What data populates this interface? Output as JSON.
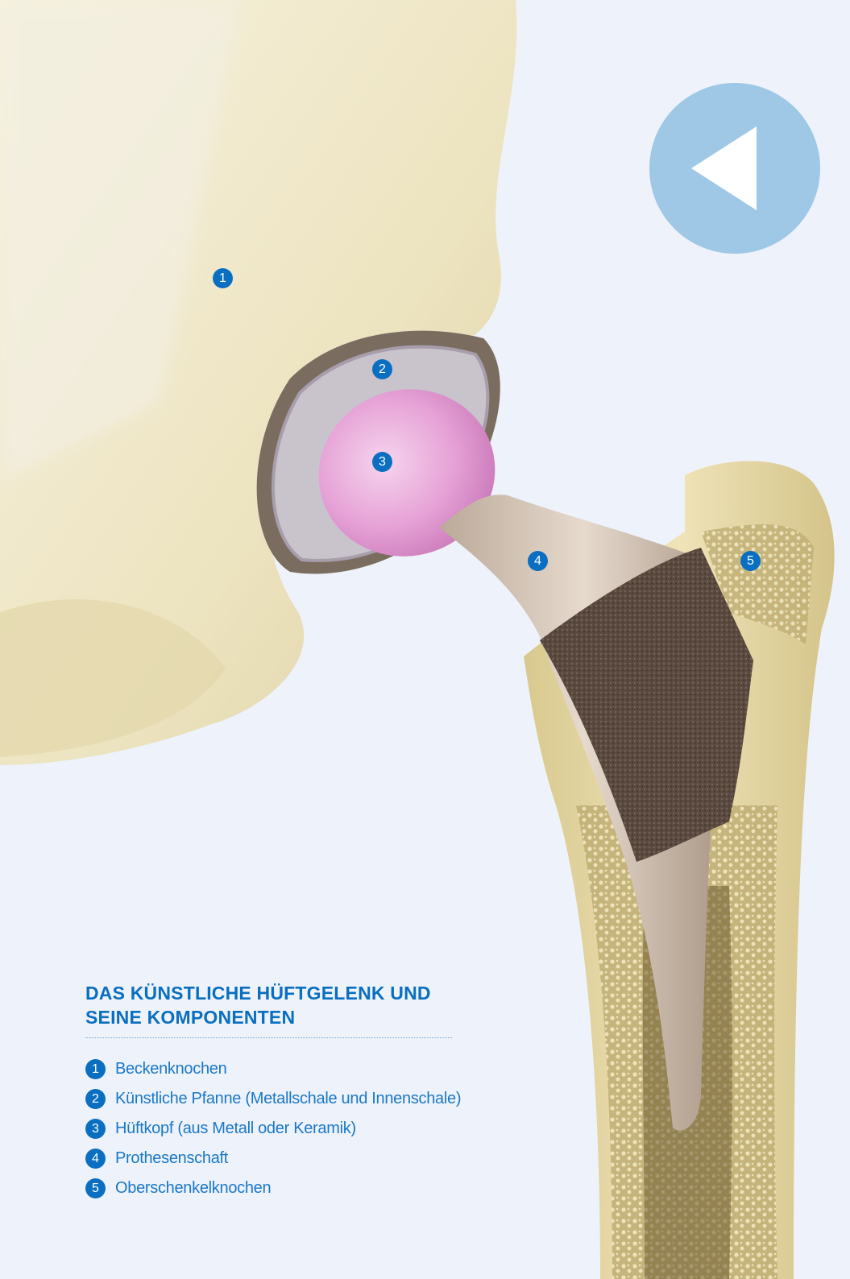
{
  "legend": {
    "title_line1": "DAS KÜNSTLICHE HÜFTGELENK UND",
    "title_line2": "SEINE KOMPONENTEN",
    "items": [
      {
        "num": "1",
        "label": "Beckenknochen"
      },
      {
        "num": "2",
        "label": "Künstliche Pfanne (Metallschale und Innenschale)"
      },
      {
        "num": "3",
        "label": "Hüftkopf (aus Metall oder Keramik)"
      },
      {
        "num": "4",
        "label": "Prothesenschaft"
      },
      {
        "num": "5",
        "label": "Oberschenkelknochen"
      }
    ]
  },
  "markers": [
    "1",
    "2",
    "3",
    "4",
    "5"
  ],
  "icons": {
    "back": "play-back-icon"
  },
  "colors": {
    "background": "#eef2fa",
    "accent": "#0a6fc0",
    "label_text": "#1a78c8",
    "back_button": "#9ec8e6",
    "bone": "#ece3bf",
    "femoral_head": "#e6a4d6",
    "stem": "#d6c9b9",
    "porous_coating": "#5a4a40"
  }
}
